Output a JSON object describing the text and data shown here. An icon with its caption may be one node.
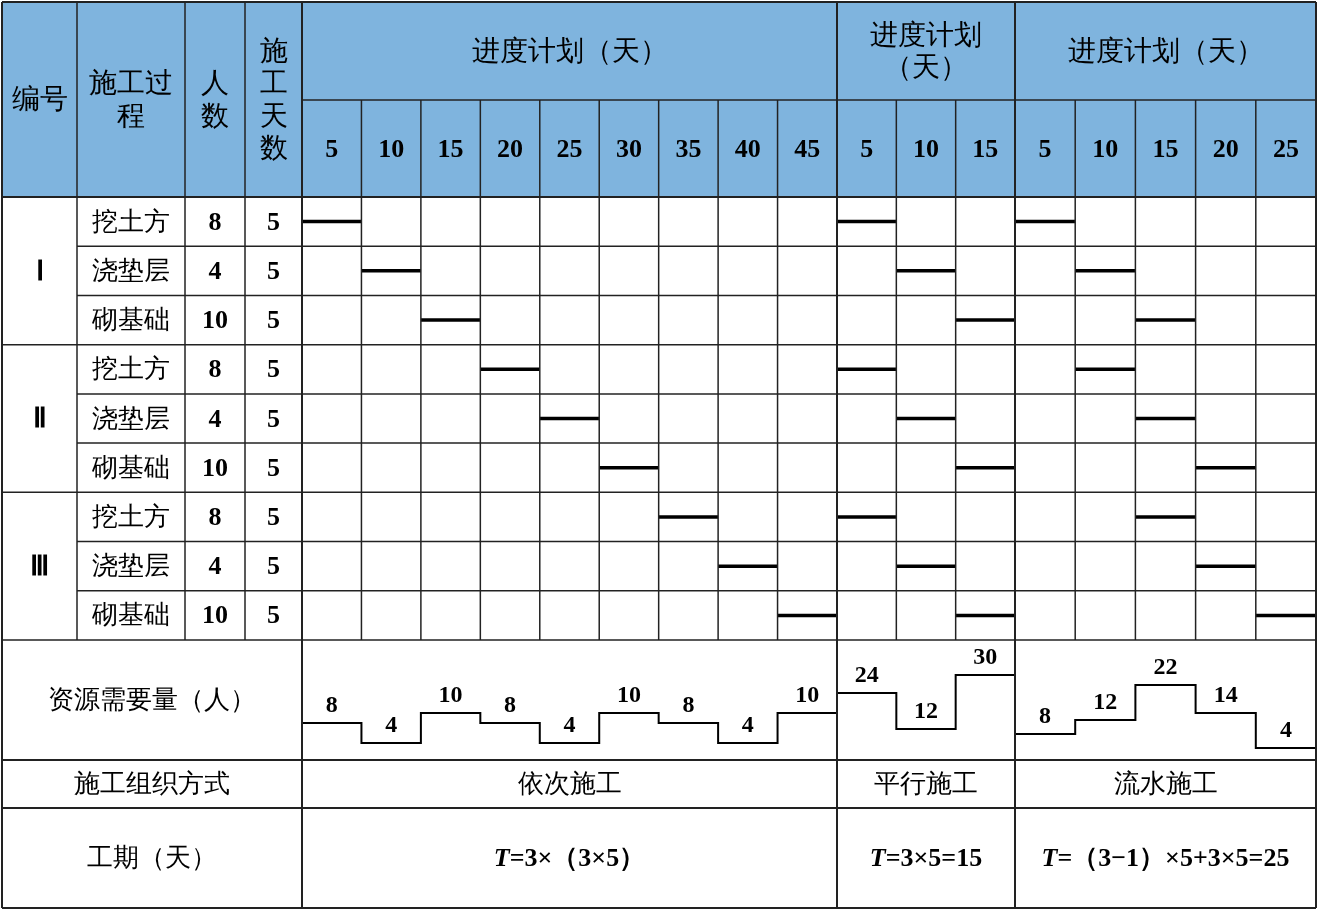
{
  "diagram": {
    "labels": [
      "编号",
      "施工过程",
      "人数",
      "施工天数",
      "进度计划（天）",
      "进度计划（天）",
      "进度计划（天）",
      "5",
      "10",
      "15",
      "20",
      "25",
      "30",
      "35",
      "40",
      "45",
      "5",
      "10",
      "15",
      "5",
      "10",
      "15",
      "20",
      "25",
      "Ⅰ",
      "挖土方",
      "8",
      "5",
      "浇垫层",
      "4",
      "5",
      "砌基础",
      "10",
      "5",
      "Ⅱ",
      "挖土方",
      "8",
      "5",
      "浇垫层",
      "4",
      "5",
      "砌基础",
      "10",
      "5",
      "Ⅲ",
      "挖土方",
      "8",
      "5",
      "浇垫层",
      "4",
      "5",
      "砌基础",
      "10",
      "5",
      "资源需要量（人）",
      "8",
      "4",
      "10",
      "8",
      "4",
      "10",
      "8",
      "4",
      "10",
      "24",
      "12",
      "30",
      "8",
      "12",
      "22",
      "14",
      "4",
      "施工组织方式",
      "依次施工",
      "平行施工",
      "流水施工",
      "工期（天）",
      "*T*=3×（3×5）",
      "*T*=3×5=15",
      "*T*=（3−1）×5+3×5=25"
    ]
  }
}
